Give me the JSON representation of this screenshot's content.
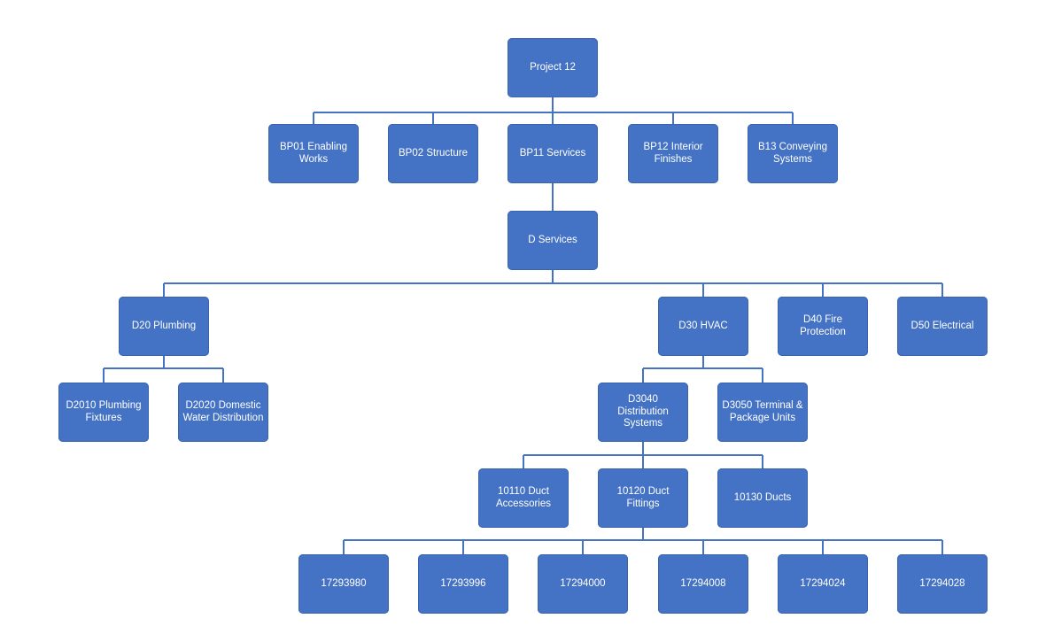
{
  "diagram": {
    "root": "Project 12",
    "bp01": "BP01 Enabling Works",
    "bp02": "BP02 Structure",
    "bp11": "BP11 Services",
    "bp12": "BP12 Interior Finishes",
    "b13": "B13 Conveying Systems",
    "d_services": "D Services",
    "d20": "D20 Plumbing",
    "d30": "D30 HVAC",
    "d40": "D40 Fire Protection",
    "d50": "D50 Electrical",
    "d2010": "D2010 Plumbing Fixtures",
    "d2020": "D2020 Domestic Water Distribution",
    "d3040": "D3040 Distribution Systems",
    "d3050": "D3050 Terminal & Package Units",
    "c10110": "10110 Duct Accessories",
    "c10120": "10120 Duct Fittings",
    "c10130": "10130 Ducts",
    "i1": "17293980",
    "i2": "17293996",
    "i3": "17294000",
    "i4": "17294008",
    "i5": "17294024",
    "i6": "17294028"
  },
  "colors": {
    "node_fill": "#4472c4",
    "connector": "#4472c4",
    "text": "#ffffff"
  }
}
